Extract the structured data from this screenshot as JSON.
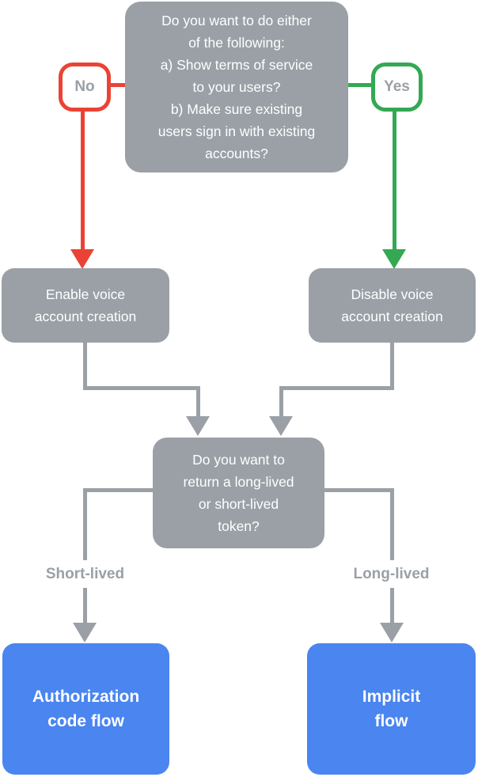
{
  "colors": {
    "gray": "#9AA0A6",
    "red": "#EA4335",
    "green": "#34A853",
    "blue": "#4A85F0",
    "box_text": "#FFFFFF",
    "badge_text": "#9AA0A6",
    "background": "#FFFFFF"
  },
  "flowchart": {
    "top_question": {
      "lines": [
        "Do you want to do either",
        "of the following:",
        "a) Show terms of service",
        "to your users?",
        "b) Make sure existing",
        "users sign in with existing",
        "accounts?"
      ]
    },
    "no_badge": "No",
    "yes_badge": "Yes",
    "enable_box": {
      "lines": [
        "Enable voice",
        "account creation"
      ]
    },
    "disable_box": {
      "lines": [
        "Disable voice",
        "account creation"
      ]
    },
    "middle_question": {
      "lines": [
        "Do you want to",
        "return a long-lived",
        "or short-lived",
        "token?"
      ]
    },
    "short_lived_label": "Short-lived",
    "long_lived_label": "Long-lived",
    "authorization_box": {
      "lines": [
        "Authorization",
        "code flow"
      ]
    },
    "implicit_box": {
      "lines": [
        "Implicit",
        "flow"
      ]
    }
  }
}
